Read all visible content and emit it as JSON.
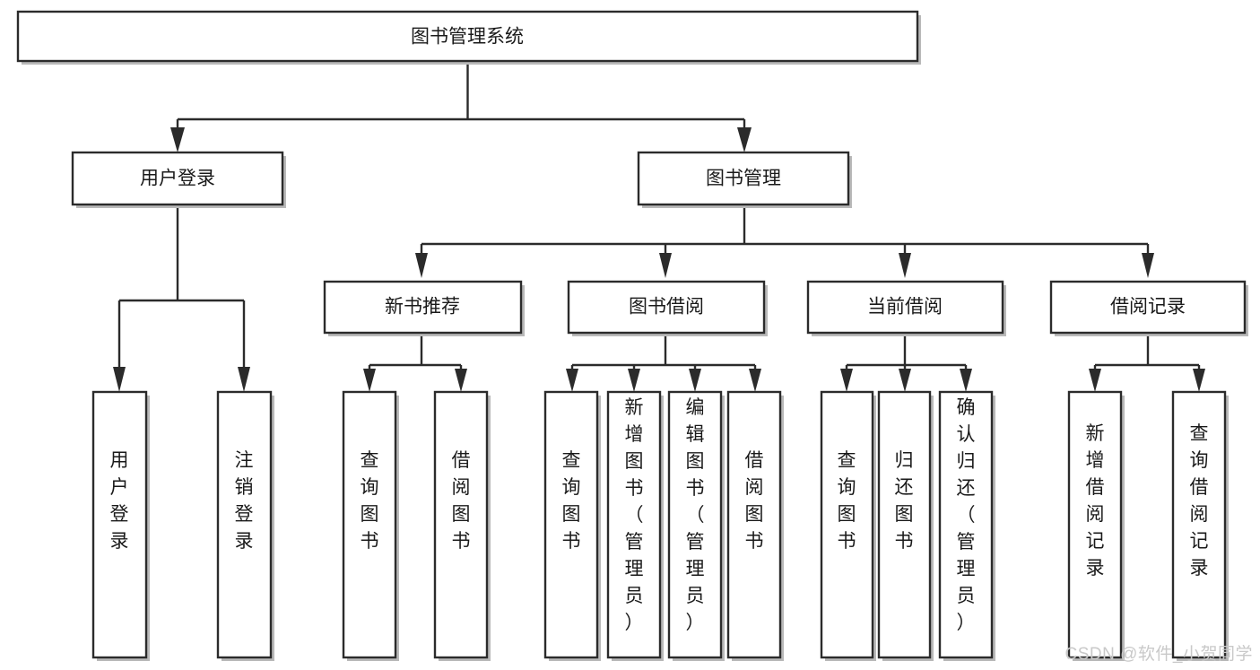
{
  "diagram": {
    "type": "tree",
    "title": "图书管理系统",
    "watermark": "CSDN @软件_小贺同学",
    "colors": {
      "background": "#ffffff",
      "box_fill": "#ffffff",
      "box_stroke": "#2b2b2b",
      "shadow": "#b9b9b9",
      "text": "#1a1a1a",
      "watermark": "#c9c9c9"
    },
    "nodes": {
      "root": {
        "label": "图书管理系统",
        "orientation": "horizontal",
        "level": 0
      },
      "l1": [
        {
          "id": "user_login",
          "label": "用户登录",
          "orientation": "horizontal",
          "level": 1
        },
        {
          "id": "book_manage",
          "label": "图书管理",
          "orientation": "horizontal",
          "level": 1
        }
      ],
      "l2": [
        {
          "id": "new_book_rec",
          "label": "新书推荐",
          "orientation": "horizontal",
          "level": 2,
          "parent": "book_manage"
        },
        {
          "id": "book_borrow",
          "label": "图书借阅",
          "orientation": "horizontal",
          "level": 2,
          "parent": "book_manage"
        },
        {
          "id": "current_borrow",
          "label": "当前借阅",
          "orientation": "horizontal",
          "level": 2,
          "parent": "book_manage"
        },
        {
          "id": "borrow_record",
          "label": "借阅记录",
          "orientation": "horizontal",
          "level": 2,
          "parent": "book_manage"
        }
      ],
      "leaves": [
        {
          "id": "leaf_user_login",
          "label": "用户登录",
          "orientation": "vertical",
          "parent": "user_login",
          "group": "user_login"
        },
        {
          "id": "leaf_user_logout",
          "label": "注销登录",
          "orientation": "vertical",
          "parent": "user_login",
          "group": "user_login"
        },
        {
          "id": "leaf_query_book_1",
          "label": "查询图书",
          "orientation": "vertical",
          "parent": "new_book_rec",
          "group": "new_book_rec"
        },
        {
          "id": "leaf_borrow_book_1",
          "label": "借阅图书",
          "orientation": "vertical",
          "parent": "new_book_rec",
          "group": "new_book_rec"
        },
        {
          "id": "leaf_query_book_2",
          "label": "查询图书",
          "orientation": "vertical",
          "parent": "book_borrow",
          "group": "book_borrow"
        },
        {
          "id": "leaf_add_book",
          "label": "新增图书（管理员）",
          "orientation": "vertical",
          "parent": "book_borrow",
          "group": "book_borrow"
        },
        {
          "id": "leaf_edit_book",
          "label": "编辑图书（管理员）",
          "orientation": "vertical",
          "parent": "book_borrow",
          "group": "book_borrow"
        },
        {
          "id": "leaf_borrow_book_2",
          "label": "借阅图书",
          "orientation": "vertical",
          "parent": "book_borrow",
          "group": "book_borrow"
        },
        {
          "id": "leaf_query_book_3",
          "label": "查询图书",
          "orientation": "vertical",
          "parent": "current_borrow",
          "group": "current_borrow"
        },
        {
          "id": "leaf_return_book",
          "label": "归还图书",
          "orientation": "vertical",
          "parent": "current_borrow",
          "group": "current_borrow"
        },
        {
          "id": "leaf_confirm_return",
          "label": "确认归还（管理员）",
          "orientation": "vertical",
          "parent": "current_borrow",
          "group": "current_borrow"
        },
        {
          "id": "leaf_add_record",
          "label": "新增借阅记录",
          "orientation": "vertical",
          "parent": "borrow_record",
          "group": "borrow_record"
        },
        {
          "id": "leaf_query_record",
          "label": "查询借阅记录",
          "orientation": "vertical",
          "parent": "borrow_record",
          "group": "borrow_record"
        }
      ]
    }
  }
}
